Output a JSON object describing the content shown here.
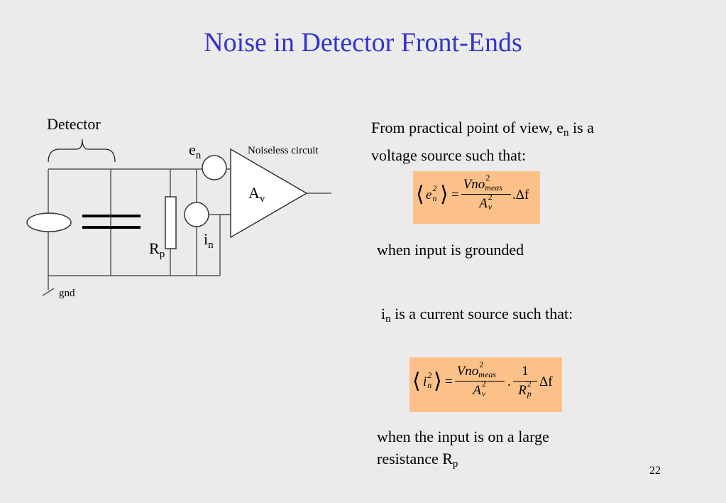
{
  "title": "Noise in Detector Front-Ends",
  "circuit": {
    "detector_label": "Detector",
    "en_main": "e",
    "en_sub": "n",
    "noiseless_label": "Noiseless circuit",
    "av_main": "A",
    "av_sub": "v",
    "in_main": "i",
    "in_sub": "n",
    "rp_main": "R",
    "rp_sub": "p",
    "gnd_label": "gnd"
  },
  "text": {
    "line1_a": "From practical point of view, e",
    "line1_sub": "n",
    "line1_b": " is a",
    "line2": "voltage source such that:",
    "grounded": "when input is grounded",
    "in_main": "i",
    "in_sub": "n",
    "in_rest": " is a current source such that:",
    "large1": "when the input is on a large",
    "large2_a": "resistance R",
    "large2_sub": "p"
  },
  "eq1": {
    "lhs_var": "e",
    "lhs_sup": "2",
    "lhs_sub": "n",
    "num_base": "Vno",
    "num_sup": "2",
    "num_sub": "meas",
    "den_base": "A",
    "den_sup": "2",
    "den_sub": "v",
    "tail": ".Δf"
  },
  "eq2": {
    "lhs_var": "i",
    "lhs_sup": "2",
    "lhs_sub": "n",
    "num_base": "Vno",
    "num_sup": "2",
    "num_sub": "meas",
    "den_base": "A",
    "den_sup": "2",
    "den_sub": "v",
    "one": "1",
    "r_base": "R",
    "r_sup": "2",
    "r_sub": "p",
    "tail": "Δf"
  },
  "page_number": "22",
  "colors": {
    "title": "#3333cc",
    "equation_bg": "#fcc189",
    "background": "#ebebeb"
  }
}
